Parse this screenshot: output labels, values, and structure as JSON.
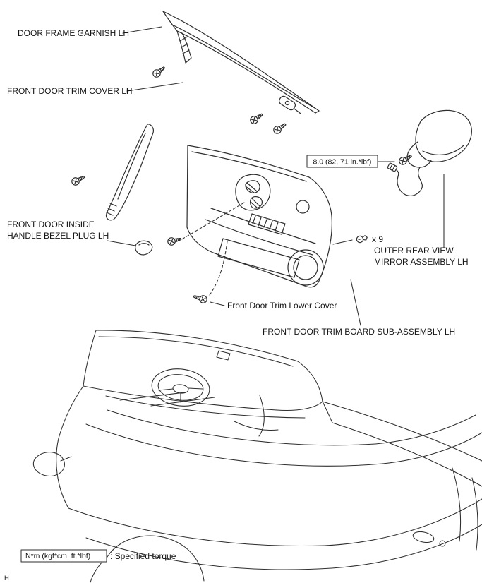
{
  "callouts": {
    "door_frame_garnish": "DOOR FRAME GARNISH LH",
    "front_door_trim_cover": "FRONT DOOR TRIM COVER LH",
    "handle_bezel_plug": {
      "line1": "FRONT DOOR INSIDE",
      "line2": "HANDLE BEZEL PLUG LH"
    },
    "torque_spec": "8.0 (82, 71 in.*lbf)",
    "mirror_assembly": {
      "line1": "OUTER REAR VIEW",
      "line2": "MIRROR ASSEMBLY LH"
    },
    "clip_count": "x 9",
    "trim_lower_cover": "Front Door Trim Lower Cover",
    "trim_board": "FRONT DOOR TRIM BOARD SUB-ASSEMBLY LH"
  },
  "legend": {
    "torque_symbol": "N*m (kgf*cm, ft.*lbf)",
    "torque_description": ": Specified torque"
  },
  "page": {
    "marker": "H"
  },
  "colors": {
    "line": "#2e2e2e",
    "text": "#141414",
    "background": "#ffffff"
  }
}
